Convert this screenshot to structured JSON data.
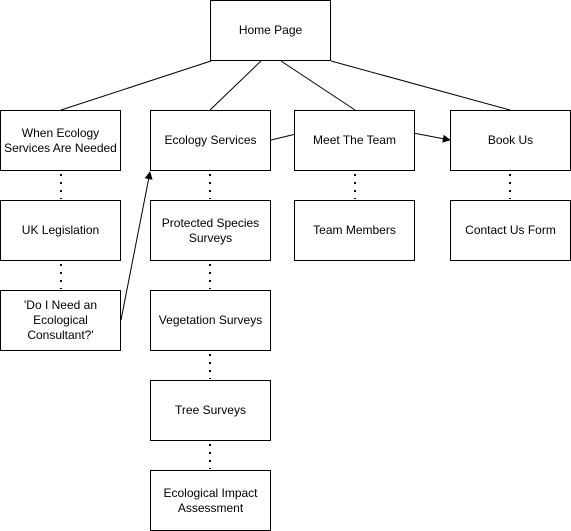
{
  "diagram": {
    "nodes": [
      {
        "id": "home",
        "label": "Home Page"
      },
      {
        "id": "when",
        "label": "When Ecology\nServices Are Needed"
      },
      {
        "id": "services",
        "label": "Ecology Services"
      },
      {
        "id": "team",
        "label": "Meet The Team"
      },
      {
        "id": "book",
        "label": "Book Us"
      },
      {
        "id": "uk",
        "label": "UK Legislation"
      },
      {
        "id": "protected",
        "label": "Protected Species\nSurveys"
      },
      {
        "id": "members",
        "label": "Team Members"
      },
      {
        "id": "contact",
        "label": "Contact Us Form"
      },
      {
        "id": "need",
        "label": "'Do I Need an\nEcological\nConsultant?'"
      },
      {
        "id": "veg",
        "label": "Vegetation Surveys"
      },
      {
        "id": "tree",
        "label": "Tree Surveys"
      },
      {
        "id": "impact",
        "label": "Ecological Impact\nAssessment"
      }
    ],
    "edges": [
      {
        "from": "home",
        "to": "when",
        "style": "solid"
      },
      {
        "from": "home",
        "to": "services",
        "style": "solid"
      },
      {
        "from": "home",
        "to": "team",
        "style": "solid"
      },
      {
        "from": "home",
        "to": "book",
        "style": "solid"
      },
      {
        "from": "when",
        "to": "uk",
        "style": "dotted"
      },
      {
        "from": "uk",
        "to": "need",
        "style": "dotted"
      },
      {
        "from": "need",
        "to": "services",
        "style": "arrow"
      },
      {
        "from": "services",
        "to": "protected",
        "style": "dotted"
      },
      {
        "from": "protected",
        "to": "veg",
        "style": "dotted"
      },
      {
        "from": "veg",
        "to": "tree",
        "style": "dotted"
      },
      {
        "from": "tree",
        "to": "impact",
        "style": "dotted"
      },
      {
        "from": "team",
        "to": "members",
        "style": "dotted"
      },
      {
        "from": "book",
        "to": "contact",
        "style": "dotted"
      },
      {
        "from": "services",
        "to": "book",
        "style": "arrow"
      }
    ]
  }
}
